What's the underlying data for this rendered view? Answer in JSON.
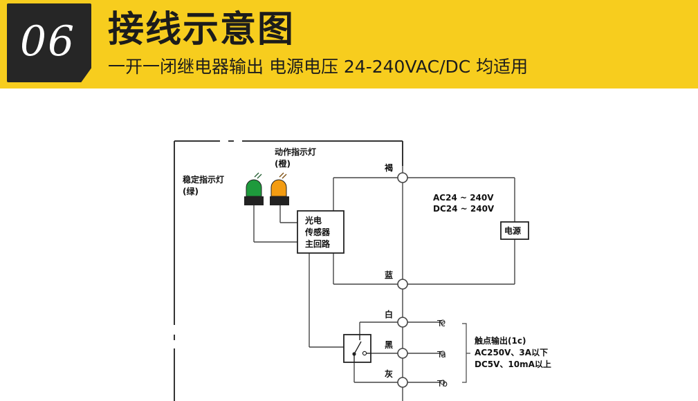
{
  "header": {
    "number": "06",
    "title": "接线示意图",
    "subtitle": "一开一闭继电器输出 电源电压 24-240VAC/DC 均适用"
  },
  "diagram": {
    "stable_indicator": {
      "label": "稳定指示灯",
      "color_note": "(绿)",
      "color": "#1e9a3c"
    },
    "action_indicator": {
      "label": "动作指示灯",
      "color_note": "(橙)",
      "color": "#f39c12"
    },
    "sensor_box": {
      "line1": "光电",
      "line2": "传感器",
      "line3": "主回路"
    },
    "wires": {
      "brown": "褐",
      "blue": "蓝",
      "white": "白",
      "black": "黑",
      "gray": "灰"
    },
    "power": {
      "ac": "AC24 ~ 240V",
      "dc": "DC24 ~ 240V",
      "box": "电源"
    },
    "terminals": {
      "tc": "Tc",
      "ta": "Ta",
      "tb": "Tb"
    },
    "contact_output": {
      "line1": "触点输出(1c)",
      "line2": "AC250V、3A以下",
      "line3": "DC5V、10mA以上"
    }
  }
}
